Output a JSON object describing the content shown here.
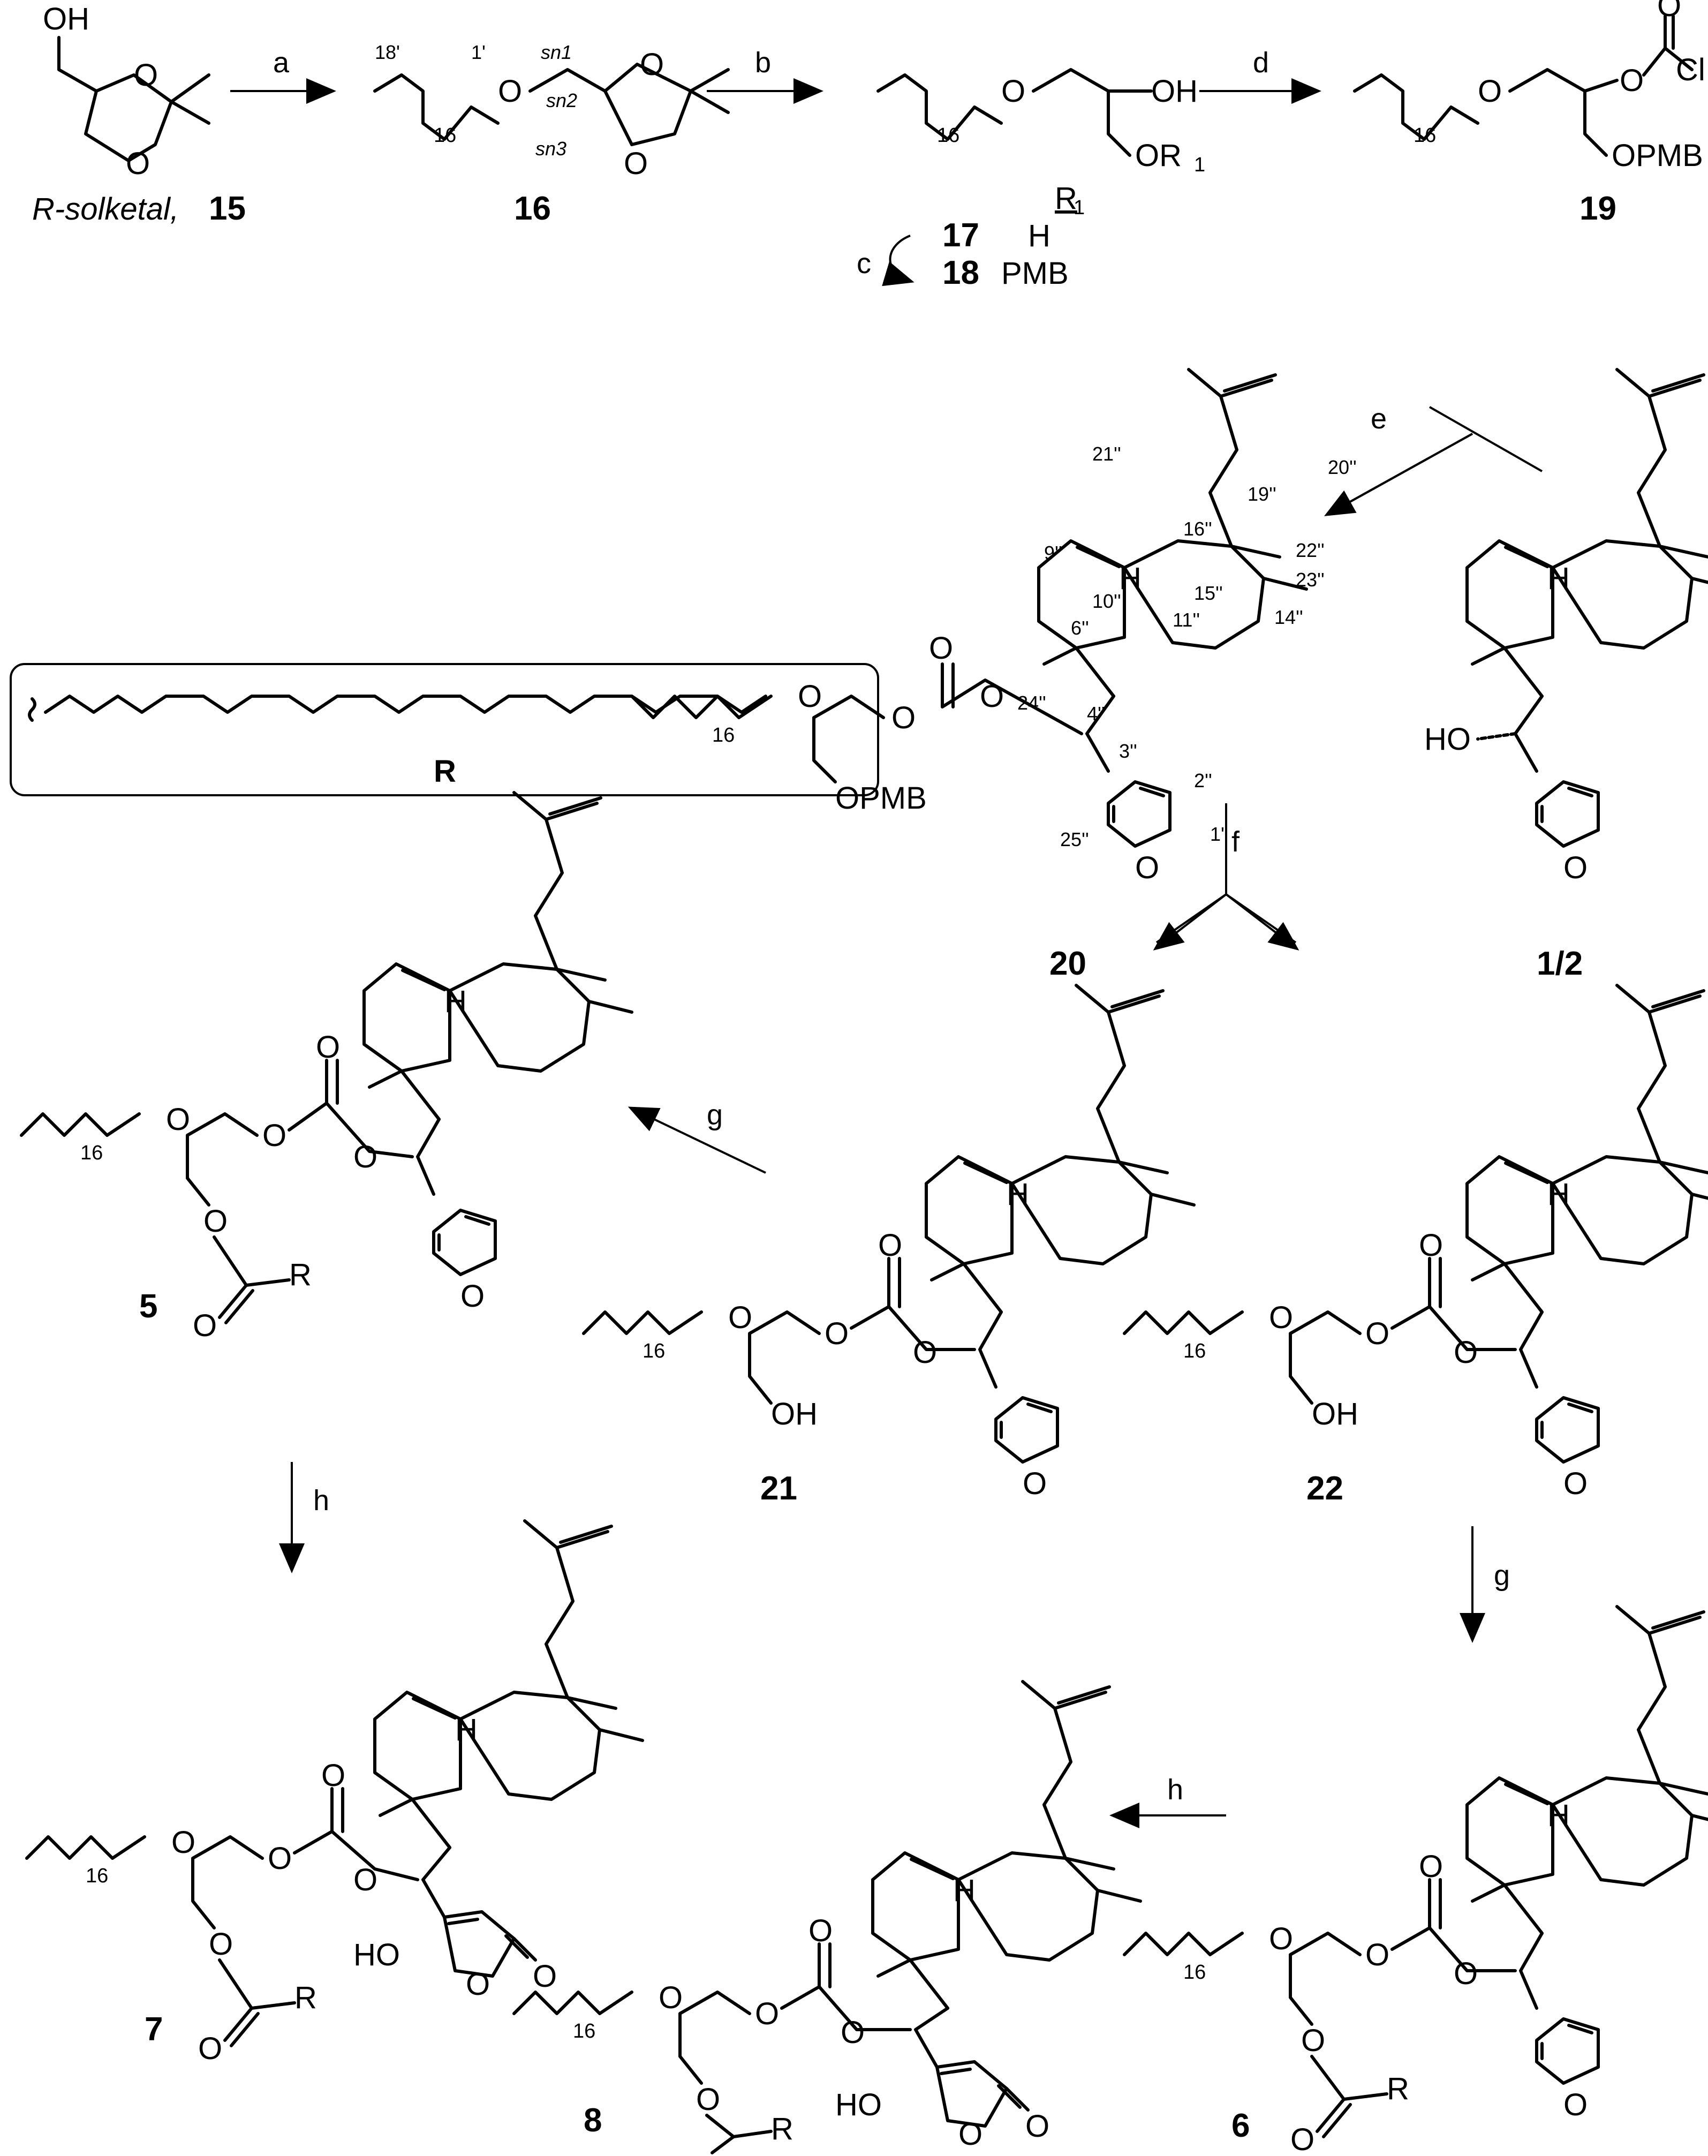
{
  "compounds": {
    "c15": {
      "label": "15",
      "prefix": "R-solketal, "
    },
    "c16": {
      "label": "16"
    },
    "c17": {
      "label": "17",
      "r1": "H"
    },
    "c18": {
      "label": "18",
      "r1": "PMB"
    },
    "c19": {
      "label": "19"
    },
    "c20": {
      "label": "20"
    },
    "c1_2": {
      "label": "1/2"
    },
    "c5": {
      "label": "5"
    },
    "c21": {
      "label": "21"
    },
    "c22": {
      "label": "22"
    },
    "c7": {
      "label": "7"
    },
    "c8": {
      "label": "8"
    },
    "c6": {
      "label": "6"
    }
  },
  "r1_header": "R",
  "r1_sub": "1",
  "reagents": {
    "a": "a",
    "b": "b",
    "c": "c",
    "d": "d",
    "e": "e",
    "f": "f",
    "g1": "g",
    "g2": "g",
    "h1": "h",
    "h2": "h"
  },
  "atoms": {
    "O": "O",
    "OH": "OH",
    "HO": "HO",
    "H": "H",
    "Cl": "Cl",
    "OPMB": "OPMB",
    "OR": "OR",
    "R": "R",
    "chain_sub": "16"
  },
  "numbering": {
    "n18p": "18'",
    "n1p": "1'",
    "sn1": "sn1",
    "sn2": "sn2",
    "sn3": "sn3",
    "n21": "21''",
    "n20": "20''",
    "n19": "19''",
    "n16": "16''",
    "n22": "22''",
    "n23": "23''",
    "n9": "9''",
    "n10": "10''",
    "n15": "15''",
    "n14": "14''",
    "n11": "11''",
    "n6": "6''",
    "n24": "24''",
    "n4": "4''",
    "n3": "3''",
    "n2": "2''",
    "n1": "1''",
    "n25": "25''"
  },
  "r_group_label": "R"
}
